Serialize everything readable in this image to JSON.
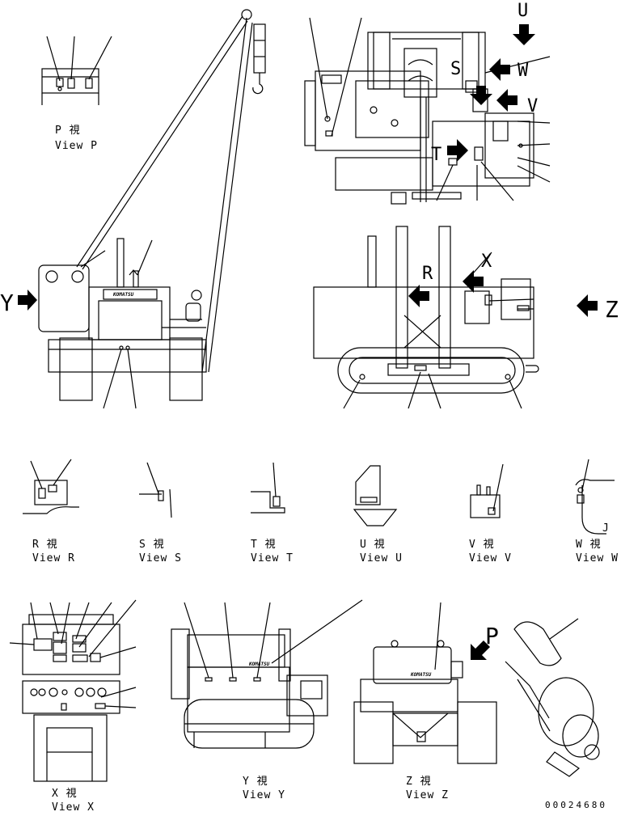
{
  "views": {
    "p": {
      "kanji": "P  視",
      "label": "View P"
    },
    "r": {
      "kanji": "R  視",
      "label": "View R"
    },
    "s": {
      "kanji": "S  視",
      "label": "View S"
    },
    "t": {
      "kanji": "T  視",
      "label": "View T"
    },
    "u": {
      "kanji": "U  視",
      "label": "View U"
    },
    "v": {
      "kanji": "V  視",
      "label": "View V"
    },
    "w": {
      "kanji": "W  視",
      "label": "View W"
    },
    "x": {
      "kanji": "X  視",
      "label": "View X"
    },
    "y": {
      "kanji": "Y  視",
      "label": "View Y"
    },
    "z": {
      "kanji": "Z  視",
      "label": "View Z"
    }
  },
  "markers": {
    "u": "U",
    "s": "S",
    "w": "W",
    "v": "V",
    "t": "T",
    "r": "R",
    "x": "X",
    "y": "Y",
    "z": "Z",
    "p": "P",
    "j": "J"
  },
  "logo_text": "KOMATSU",
  "drawing_number": "00024680"
}
